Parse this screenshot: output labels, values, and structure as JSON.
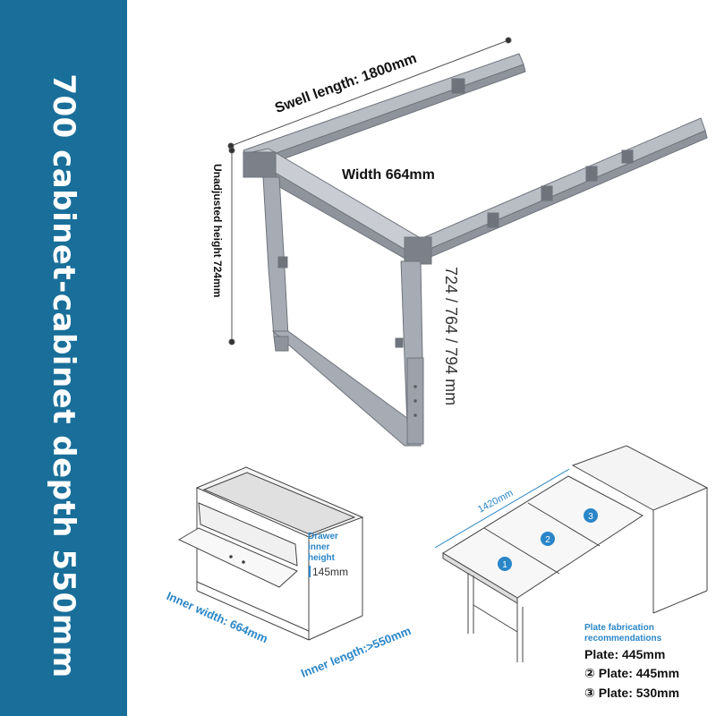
{
  "sidebar": {
    "title": "700 cabinet-cabinet depth 550mm",
    "color": "#196f9a"
  },
  "main": {
    "swell_length": "Swell length: 1800mm",
    "width": "Width 664mm",
    "unadjusted_height": "Unadjusted height 724mm",
    "adjustable_heights": "724 / 764 / 794 mm"
  },
  "left_cabinet": {
    "drawer_inner_height": "Drawer inner height",
    "drawer_height_value": "145mm",
    "inner_width": "Inner width: 664mm",
    "inner_length": "Inner length:>550mm"
  },
  "right_cabinet": {
    "length": "1420mm",
    "plates": [
      "1",
      "2",
      "3"
    ]
  },
  "recommendations": {
    "heading": "Plate fabrication recommendations",
    "items": [
      "Plate: 445mm",
      "② Plate: 445mm",
      "③ Plate: 530mm"
    ]
  },
  "colors": {
    "accent": "#2a86c8",
    "frame": "#a7abb3",
    "frame_dark": "#6f747c"
  }
}
